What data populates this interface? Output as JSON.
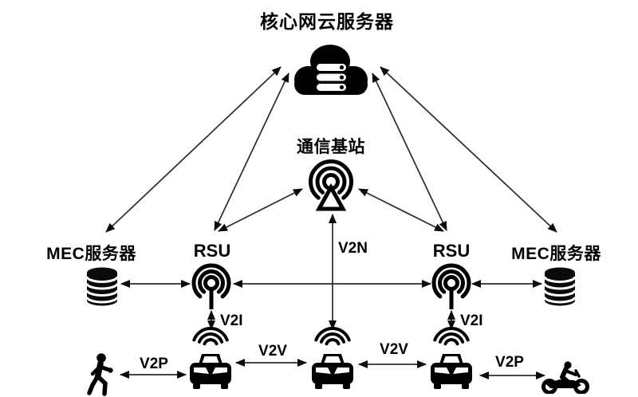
{
  "diagram": {
    "nodes": {
      "cloud": {
        "label": "核心网云服务器",
        "icon": "cloud-server-icon"
      },
      "base_station": {
        "label": "通信基站",
        "icon": "antenna-tower-icon"
      },
      "mec_left": {
        "label": "MEC服务器",
        "icon": "database-icon"
      },
      "rsu_left": {
        "label": "RSU",
        "icon": "rsu-beacon-icon"
      },
      "rsu_right": {
        "label": "RSU",
        "icon": "rsu-beacon-icon"
      },
      "mec_right": {
        "label": "MEC服务器",
        "icon": "database-icon"
      },
      "pedestrian": {
        "icon": "pedestrian-icon"
      },
      "vehicle_1": {
        "icon": "car-with-obu-icon"
      },
      "vehicle_2": {
        "icon": "car-with-obu-icon"
      },
      "vehicle_3": {
        "icon": "car-with-obu-icon"
      },
      "motorcycle": {
        "icon": "motorcycle-icon"
      }
    },
    "link_labels": {
      "v2n": "V2N",
      "v2i_left": "V2I",
      "v2i_right": "V2I",
      "v2v_left": "V2V",
      "v2v_mid": "V2V",
      "v2p_left": "V2P",
      "v2p_right": "V2P"
    },
    "colors": {
      "ink": "#000000",
      "line": "#2b2b2b",
      "background": "#ffffff"
    }
  }
}
